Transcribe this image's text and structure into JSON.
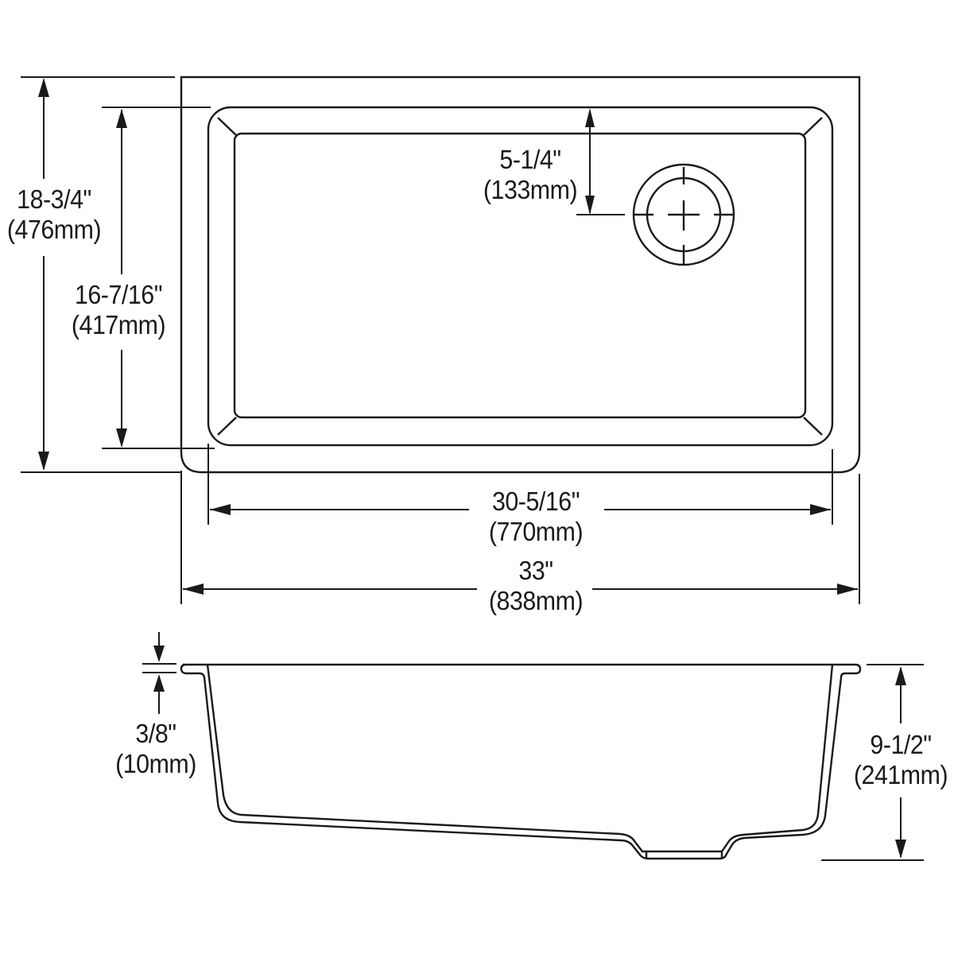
{
  "drawing": {
    "title": "Undermount single bowl sink dimension drawing",
    "views": [
      "top-view",
      "side-section-view"
    ],
    "line_color": "#1a1a1a",
    "background": "#ffffff"
  },
  "dimensions": {
    "overall_depth": {
      "imperial": "18-3/4\"",
      "metric": "(476mm)"
    },
    "bowl_depth": {
      "imperial": "16-7/16\"",
      "metric": "(417mm)"
    },
    "drain_offset": {
      "imperial": "5-1/4\"",
      "metric": "(133mm)"
    },
    "bowl_width": {
      "imperial": "30-5/16\"",
      "metric": "(770mm)"
    },
    "overall_width": {
      "imperial": "33\"",
      "metric": "(838mm)"
    },
    "rim_thickness": {
      "imperial": "3/8\"",
      "metric": "(10mm)"
    },
    "bowl_height": {
      "imperial": "9-1/2\"",
      "metric": "(241mm)"
    }
  },
  "icons": {
    "drain": "drain-circle-crosshair-icon",
    "arrow": "dimension-arrow-icon"
  }
}
